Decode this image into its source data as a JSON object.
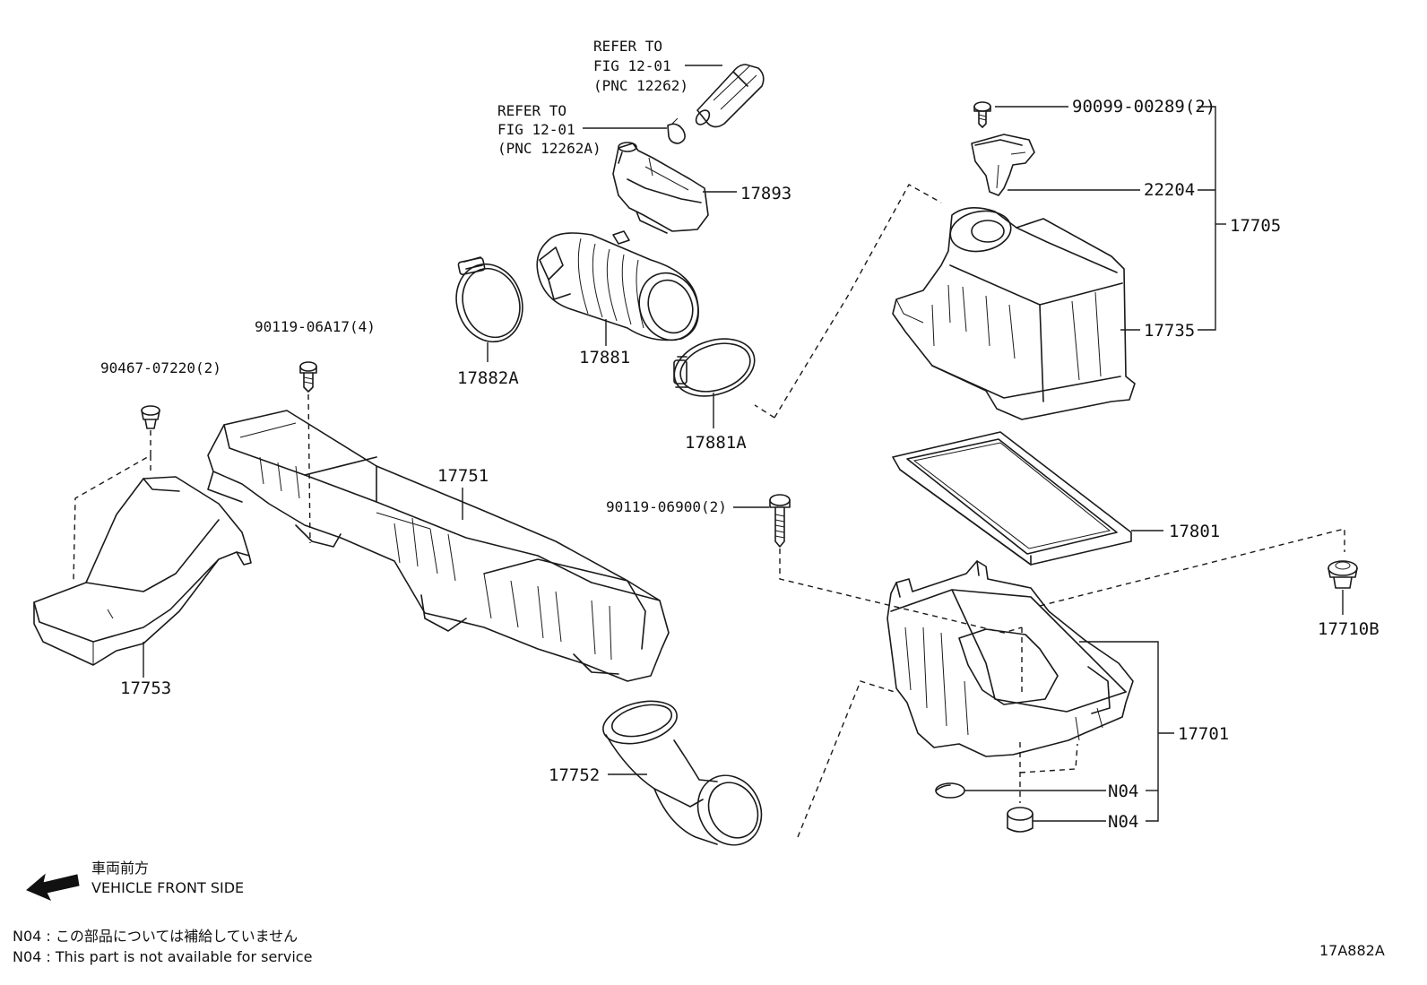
{
  "diagram_id": "17A882A",
  "direction": {
    "jp": "車両前方",
    "en": "VEHICLE FRONT SIDE"
  },
  "notes": {
    "jp": "N04 : この部品については補給していません",
    "en": "N04 : This part is not available for service"
  },
  "references": {
    "ref1": {
      "l1": "REFER TO",
      "l2": "FIG 12-01",
      "l3": "(PNC 12262)"
    },
    "ref2": {
      "l1": "REFER TO",
      "l2": "FIG 12-01",
      "l3": "(PNC 12262A)"
    }
  },
  "labels": {
    "p90099": "90099-00289(2)",
    "p22204": "22204",
    "p17705": "17705",
    "p17735": "17735",
    "p17893": "17893",
    "p17882A": "17882A",
    "p17881": "17881",
    "p17881A": "17881A",
    "p90119a": "90119-06A17(4)",
    "p90467": "90467-07220(2)",
    "p17751": "17751",
    "p17753": "17753",
    "p90119b": "90119-06900(2)",
    "p17801": "17801",
    "p17710B": "17710B",
    "p17701": "17701",
    "p17752": "17752",
    "n04a": "N04",
    "n04b": "N04"
  }
}
